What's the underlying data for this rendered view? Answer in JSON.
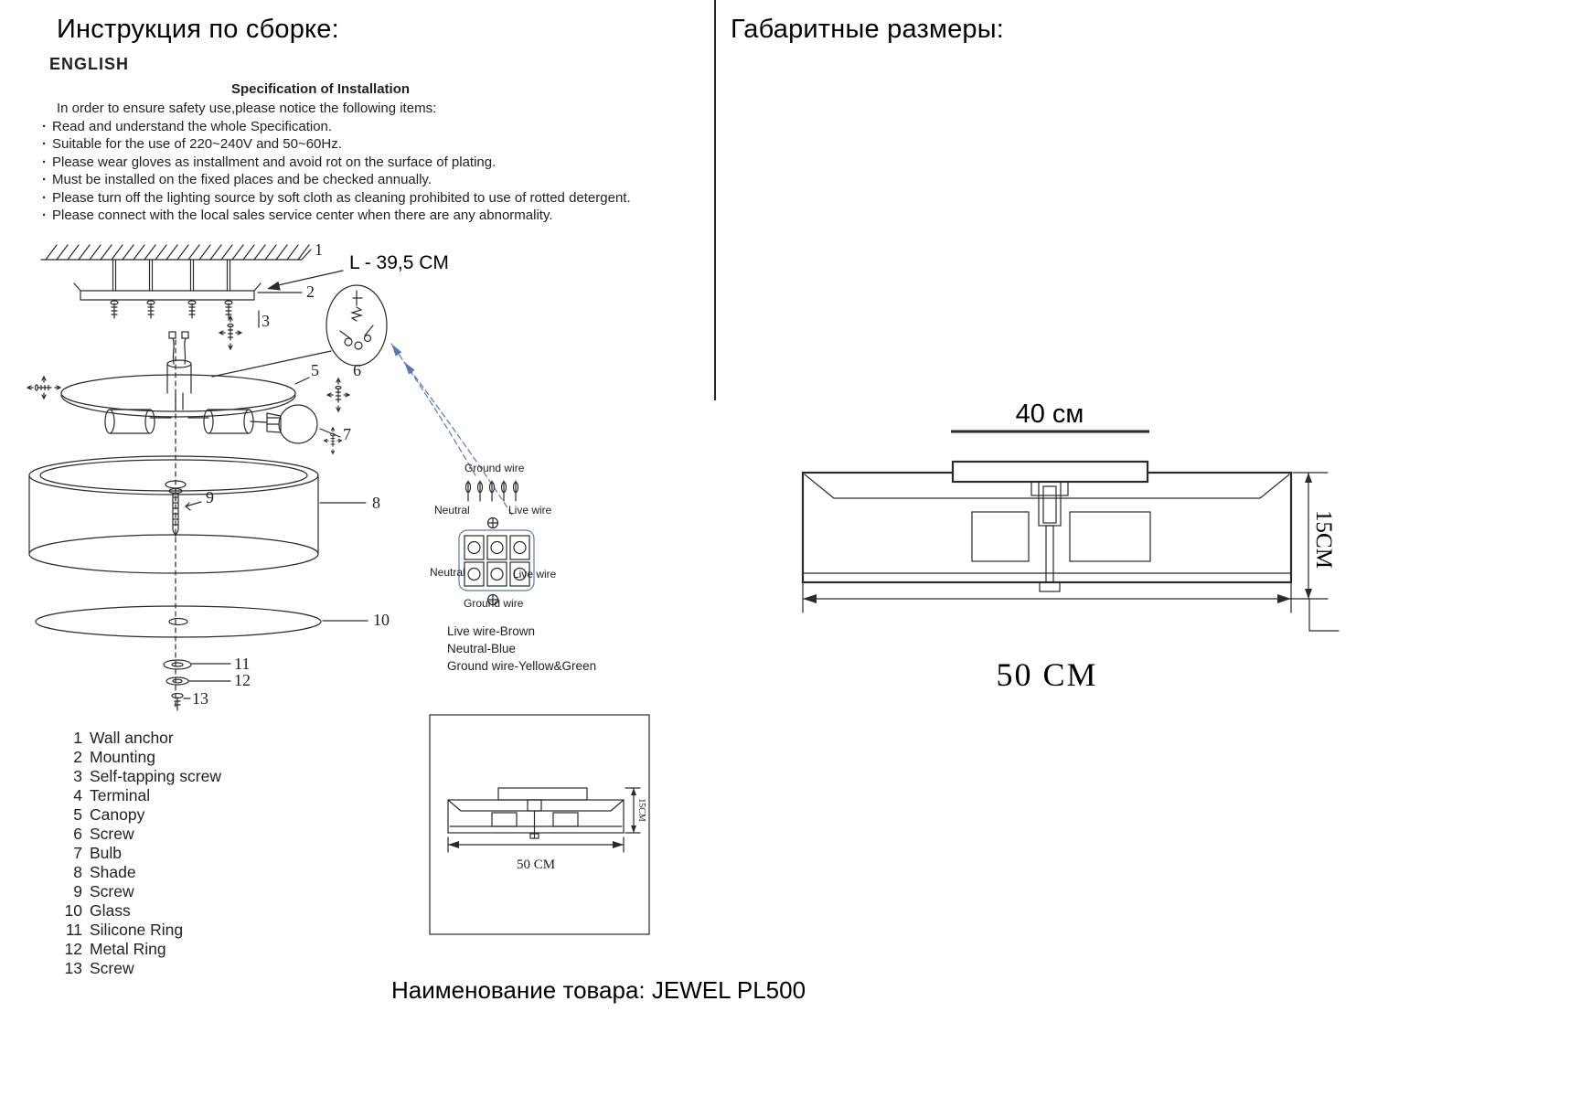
{
  "page": {
    "left_title": "Инструкция по сборке:",
    "right_title": "Габаритные размеры:"
  },
  "instructions": {
    "language_label": "ENGLISH",
    "title": "Specification of Installation",
    "intro": "In order to ensure safety use,please notice the following items:",
    "items": [
      "Read and understand the whole Specification.",
      "Suitable for the use of 220~240V and 50~60Hz.",
      "Please wear gloves as installment and avoid rot on the surface of plating.",
      "Must be installed on the fixed places and be checked annually.",
      "Please turn off the lighting source by soft cloth as cleaning prohibited to use of rotted detergent.",
      "Please connect with the local sales service center when there are any abnormality."
    ]
  },
  "assembly": {
    "length_label": "L - 39,5 CM"
  },
  "wiring": {
    "ground_top": "Ground wire",
    "neutral_top": "Neutral",
    "live_top": "Live wire",
    "neutral_bottom": "Neutral",
    "live_bottom": "Live wire",
    "ground_bottom": "Ground wire",
    "legend": [
      "Live wire-Brown",
      "Neutral-Blue",
      "Ground wire-Yellow&Green"
    ]
  },
  "parts": [
    {
      "num": "1",
      "label": "Wall anchor"
    },
    {
      "num": "2",
      "label": "Mounting"
    },
    {
      "num": "3",
      "label": "Self-tapping screw"
    },
    {
      "num": "4",
      "label": "Terminal"
    },
    {
      "num": "5",
      "label": "Canopy"
    },
    {
      "num": "6",
      "label": "Screw"
    },
    {
      "num": "7",
      "label": "Bulb"
    },
    {
      "num": "8",
      "label": "Shade"
    },
    {
      "num": "9",
      "label": "Screw"
    },
    {
      "num": "10",
      "label": "Glass"
    },
    {
      "num": "11",
      "label": "Silicone Ring"
    },
    {
      "num": "12",
      "label": "Metal Ring"
    },
    {
      "num": "13",
      "label": "Screw"
    }
  ],
  "mini_diagram": {
    "height": "15CM",
    "width": "50 CM"
  },
  "dimensions": {
    "top_width": "40 см",
    "height": "15CM",
    "total_width": "50 CM"
  },
  "footer": {
    "label": "Наименование товара:",
    "value": "JEWEL PL500"
  },
  "colors": {
    "ink": "#1f1f1f",
    "accent_blue": "#5b78b4"
  }
}
